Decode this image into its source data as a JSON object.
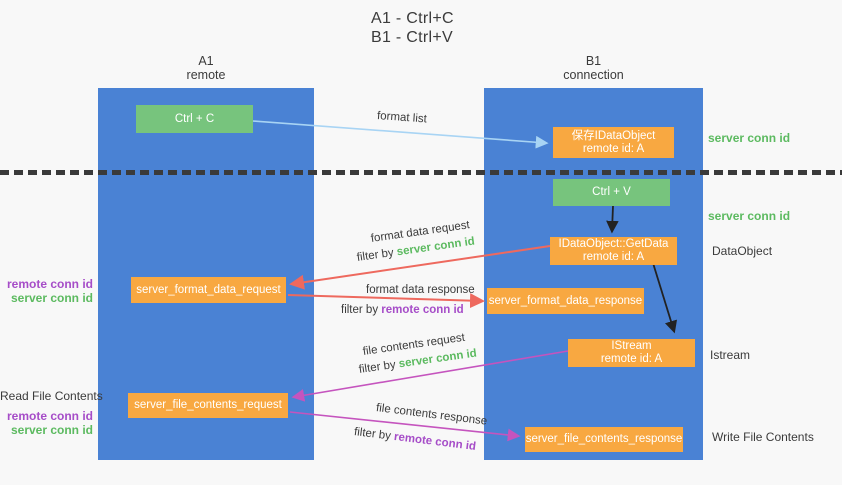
{
  "title": {
    "line1": "A1 - Ctrl+C",
    "line2": "B1 - Ctrl+V"
  },
  "colors": {
    "column_blue": "#4A82D4",
    "green_box": "#77C47D",
    "orange_box": "#F8A841",
    "green_text": "#5CBA60",
    "purple_text": "#A64DC8",
    "red_arrow": "#EE695E",
    "magenta_arrow": "#C554BE",
    "light_blue_arrow": "#A8D4F4",
    "dark_text": "#3B3B3B",
    "background": "#F8F8F8"
  },
  "columns": {
    "a1": {
      "name": "A1",
      "subtitle": "remote"
    },
    "b1": {
      "name": "B1",
      "subtitle": "connection"
    }
  },
  "nodes": {
    "ctrl_c": {
      "label": "Ctrl + C"
    },
    "ctrl_v": {
      "label": "Ctrl + V"
    },
    "save_dataobject": {
      "line1": "保存IDataObject",
      "line2": "remote id: A"
    },
    "getdata": {
      "line1": "IDataObject::GetData",
      "line2": "remote id: A"
    },
    "istream": {
      "line1": "IStream",
      "line2": "remote id: A"
    },
    "server_format_data_request": {
      "label": "server_format_data_request"
    },
    "server_format_data_response": {
      "label": "server_format_data_response"
    },
    "server_file_contents_request": {
      "label": "server_file_contents_request"
    },
    "server_file_contents_response": {
      "label": "server_file_contents_response"
    }
  },
  "side_labels": {
    "server_conn_id_top": "server conn id",
    "server_conn_id_mid": "server conn id",
    "dataobject": "DataObject",
    "istream": "Istream",
    "write_file_contents": "Write File Contents",
    "read_file_contents": "Read File Contents",
    "remote_conn_id": "remote conn id",
    "server_conn_id": "server conn id"
  },
  "arrow_labels": {
    "format_list": "format list",
    "format_data_request": "format data request",
    "format_data_response": "format data response",
    "file_contents_request": "file contents request",
    "file_contents_response": "file contents response",
    "filter_by": "filter by",
    "server_conn_id": "server conn id",
    "remote_conn_id": "remote conn id"
  }
}
